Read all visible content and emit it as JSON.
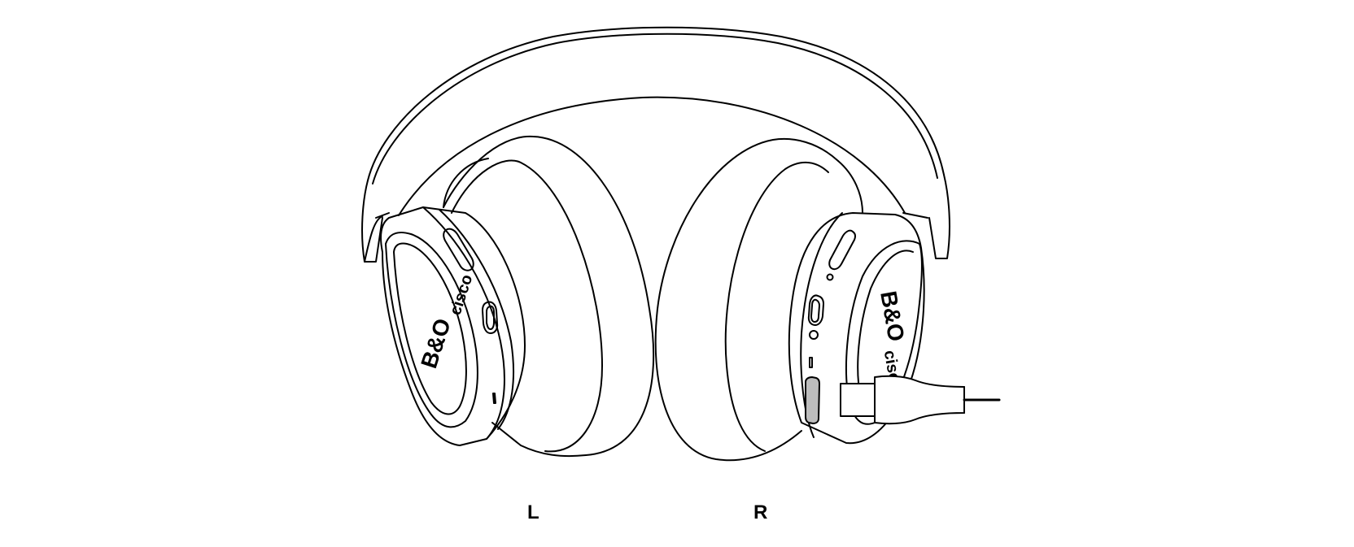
{
  "labels": {
    "left": "L",
    "right": "R"
  },
  "logos": {
    "left_earcup": [
      "B&O",
      "cisco"
    ],
    "right_earcup": [
      "B&O",
      "cisco"
    ]
  },
  "colors": {
    "line": "#000000",
    "background": "#ffffff",
    "port_fill": "#bdbdbd"
  },
  "icons": [
    "headphones-illustration",
    "usb-c-cable-icon"
  ]
}
